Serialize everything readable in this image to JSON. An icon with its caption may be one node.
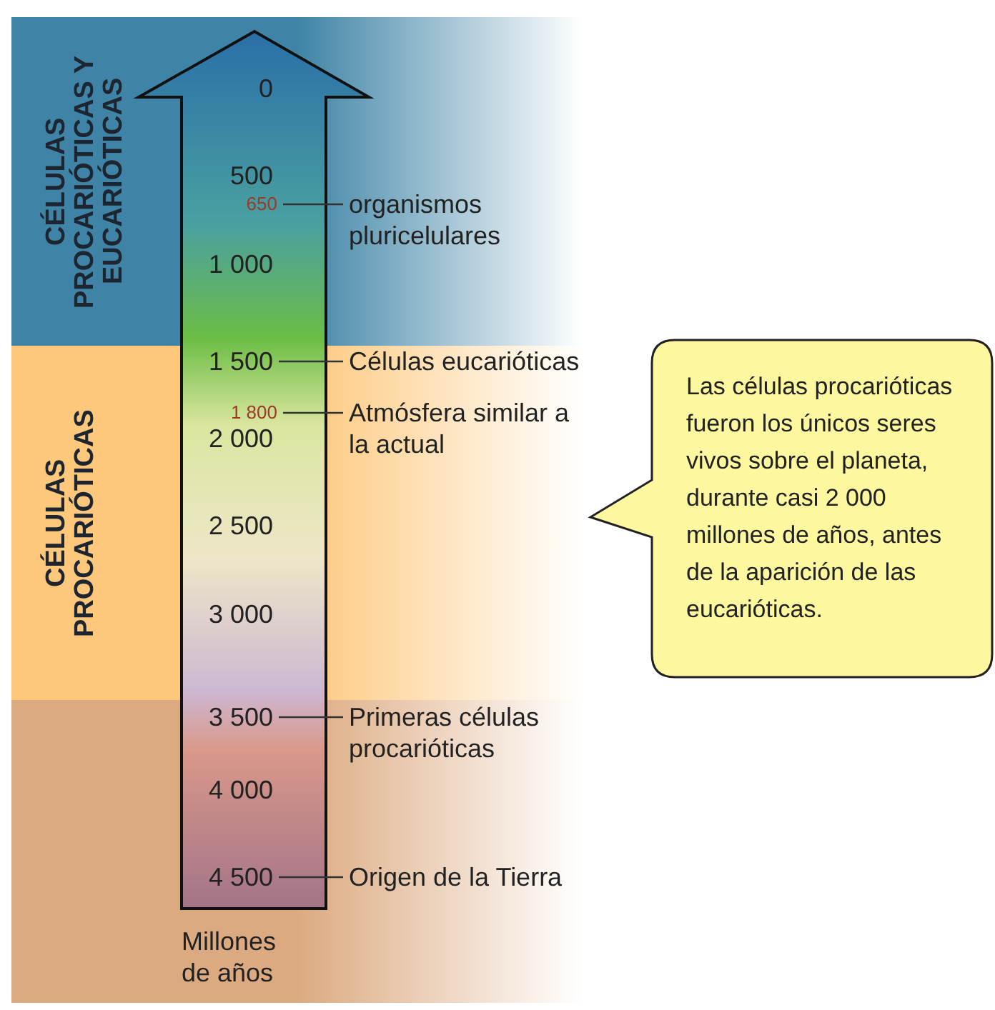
{
  "diagram": {
    "nodes": [
      {
        "text": [
          "CÉLULAS PROCARIÓTICAS Y EUCARIÓTICAS"
        ]
      },
      {
        "text": [
          "CÉLULAS PROCARIÓTICAS"
        ]
      },
      {
        "text": [],
        "shape": "bar"
      },
      {
        "text": [
          "650"
        ],
        "in": 0
      },
      {
        "text": [
          "organismos pluricelulares"
        ],
        "in": 0
      },
      {
        "text": [
          "1 500"
        ],
        "in": 1
      },
      {
        "text": [
          "Células eucarióticas"
        ],
        "in": 1
      },
      {
        "text": [
          "1 800"
        ],
        "in": 1
      },
      {
        "text": [
          "Atmósfera similar a la actual"
        ],
        "in": 1
      },
      {
        "text": [
          "3 500"
        ],
        "in": 2
      },
      {
        "text": [
          "Primeras células procarióticas"
        ],
        "in": 2
      },
      {
        "text": [
          "4 500"
        ],
        "in": 2
      },
      {
        "text": [
          "Origen de la Tierra"
        ],
        "in": 2
      },
      {
        "text": [
          "Las células procarióticas fueron los únicos seres vivos sobre el planeta, durante casi 2 000 millones de años, antes de la aparición de las eucarióticas."
        ]
      }
    ],
    "edges": [
      {
        "from": 3,
        "to": 4,
        "arrow": "none"
      },
      {
        "from": 5,
        "to": 6,
        "arrow": "none"
      },
      {
        "from": 7,
        "to": 8,
        "arrow": "none"
      },
      {
        "from": 9,
        "to": 10,
        "arrow": "none"
      },
      {
        "from": 11,
        "to": 12,
        "arrow": "none"
      }
    ],
    "labels": [
      "0",
      "500",
      "1 000",
      "2 000",
      "2 500",
      "3 000",
      "4 000",
      "Millones de años"
    ]
  }
}
